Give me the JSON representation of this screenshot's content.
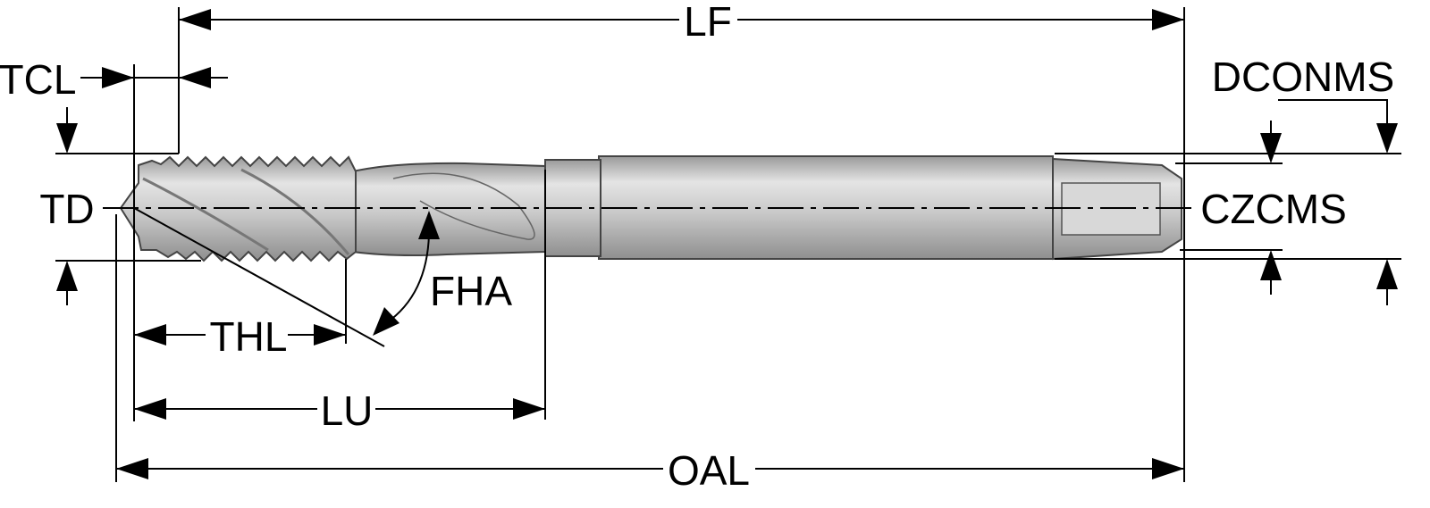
{
  "title": "Spiral flute tap dimension diagram",
  "labels": {
    "lf": "LF",
    "tcl": "TCL",
    "dconms": "DCONMS",
    "td": "TD",
    "czcms": "CZCMS",
    "fha": "FHA",
    "thl": "THL",
    "lu": "LU",
    "oal": "OAL"
  }
}
